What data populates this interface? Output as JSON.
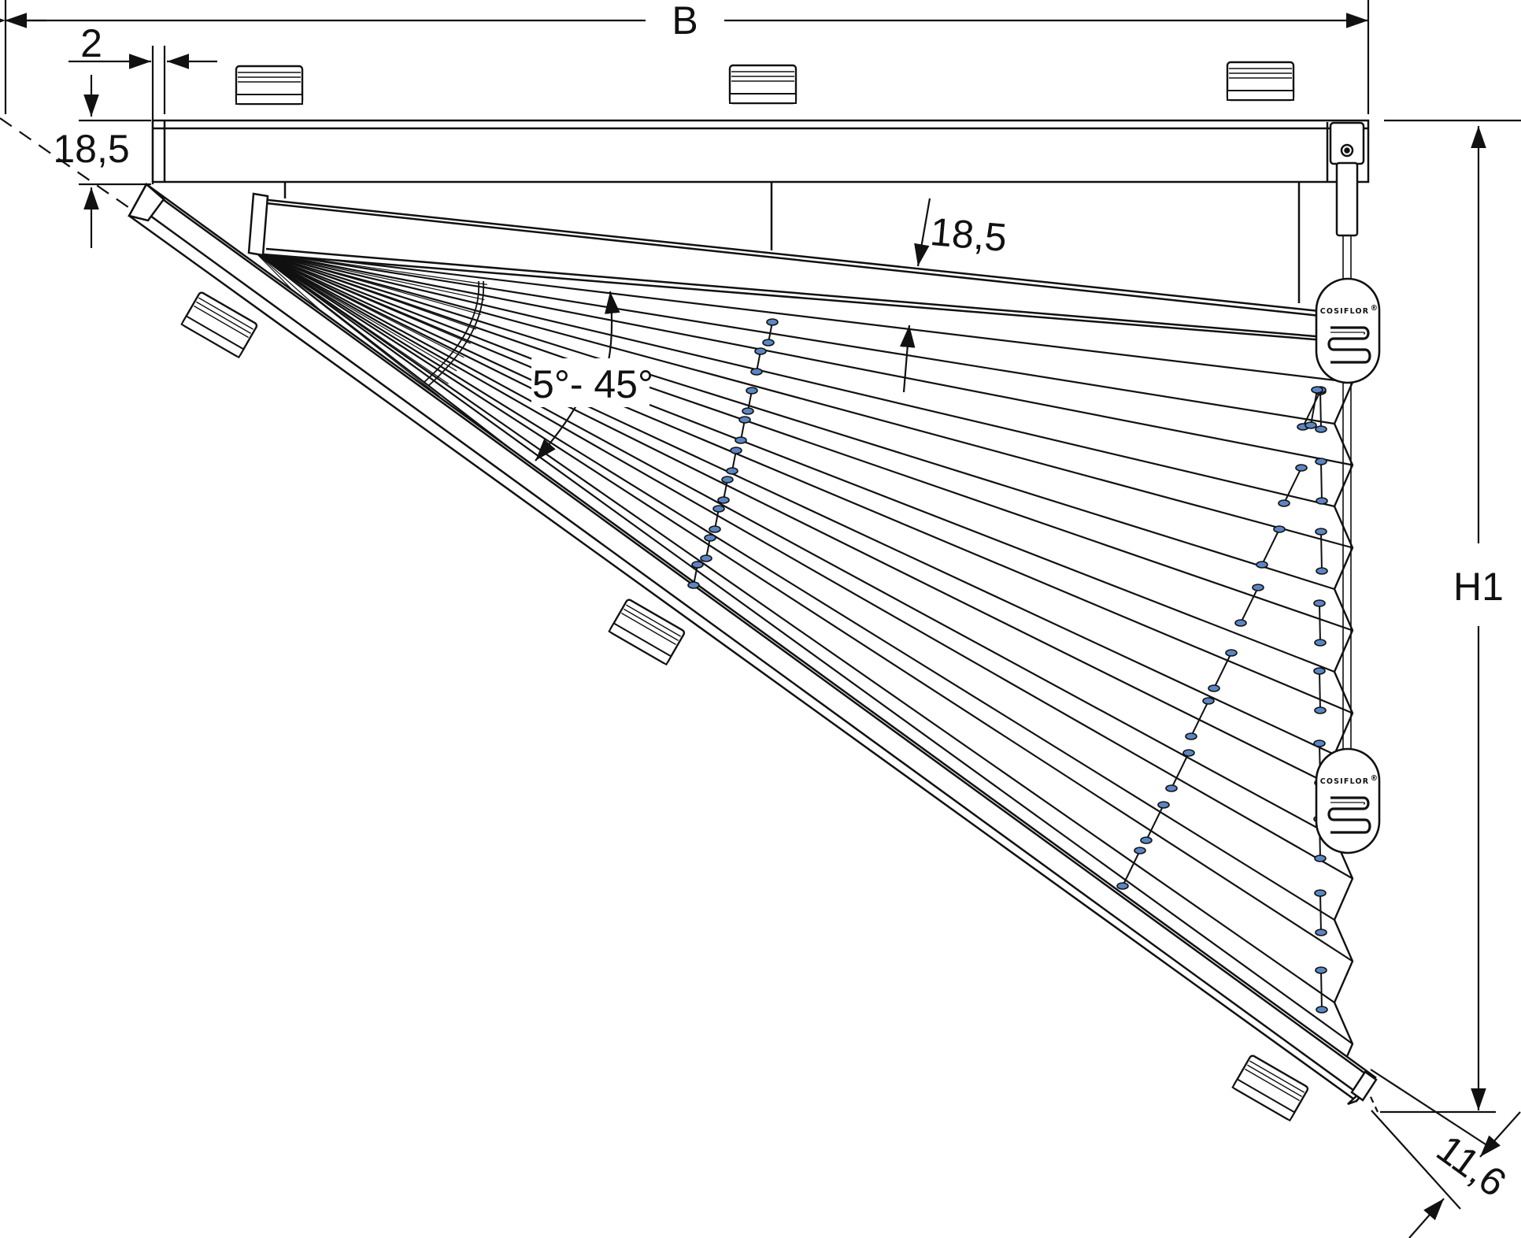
{
  "diagram": {
    "stroke_color": "#111111",
    "background_color": "#ffffff",
    "accent_color": "#5a86c4",
    "dimensions": {
      "width_label": "B",
      "left_offset_label": "2",
      "rail_height_label": "18,5",
      "lower_rail_label": "18,5",
      "angle_label": "5°- 45°",
      "height_label": "H1",
      "diagonal_label": "11,6"
    },
    "brand": {
      "name": "COSIFLOR",
      "mark": "®"
    },
    "icons": [
      "clip-icon",
      "cord-tensioner-icon",
      "cord-guide-icon",
      "arrow-icon"
    ]
  }
}
